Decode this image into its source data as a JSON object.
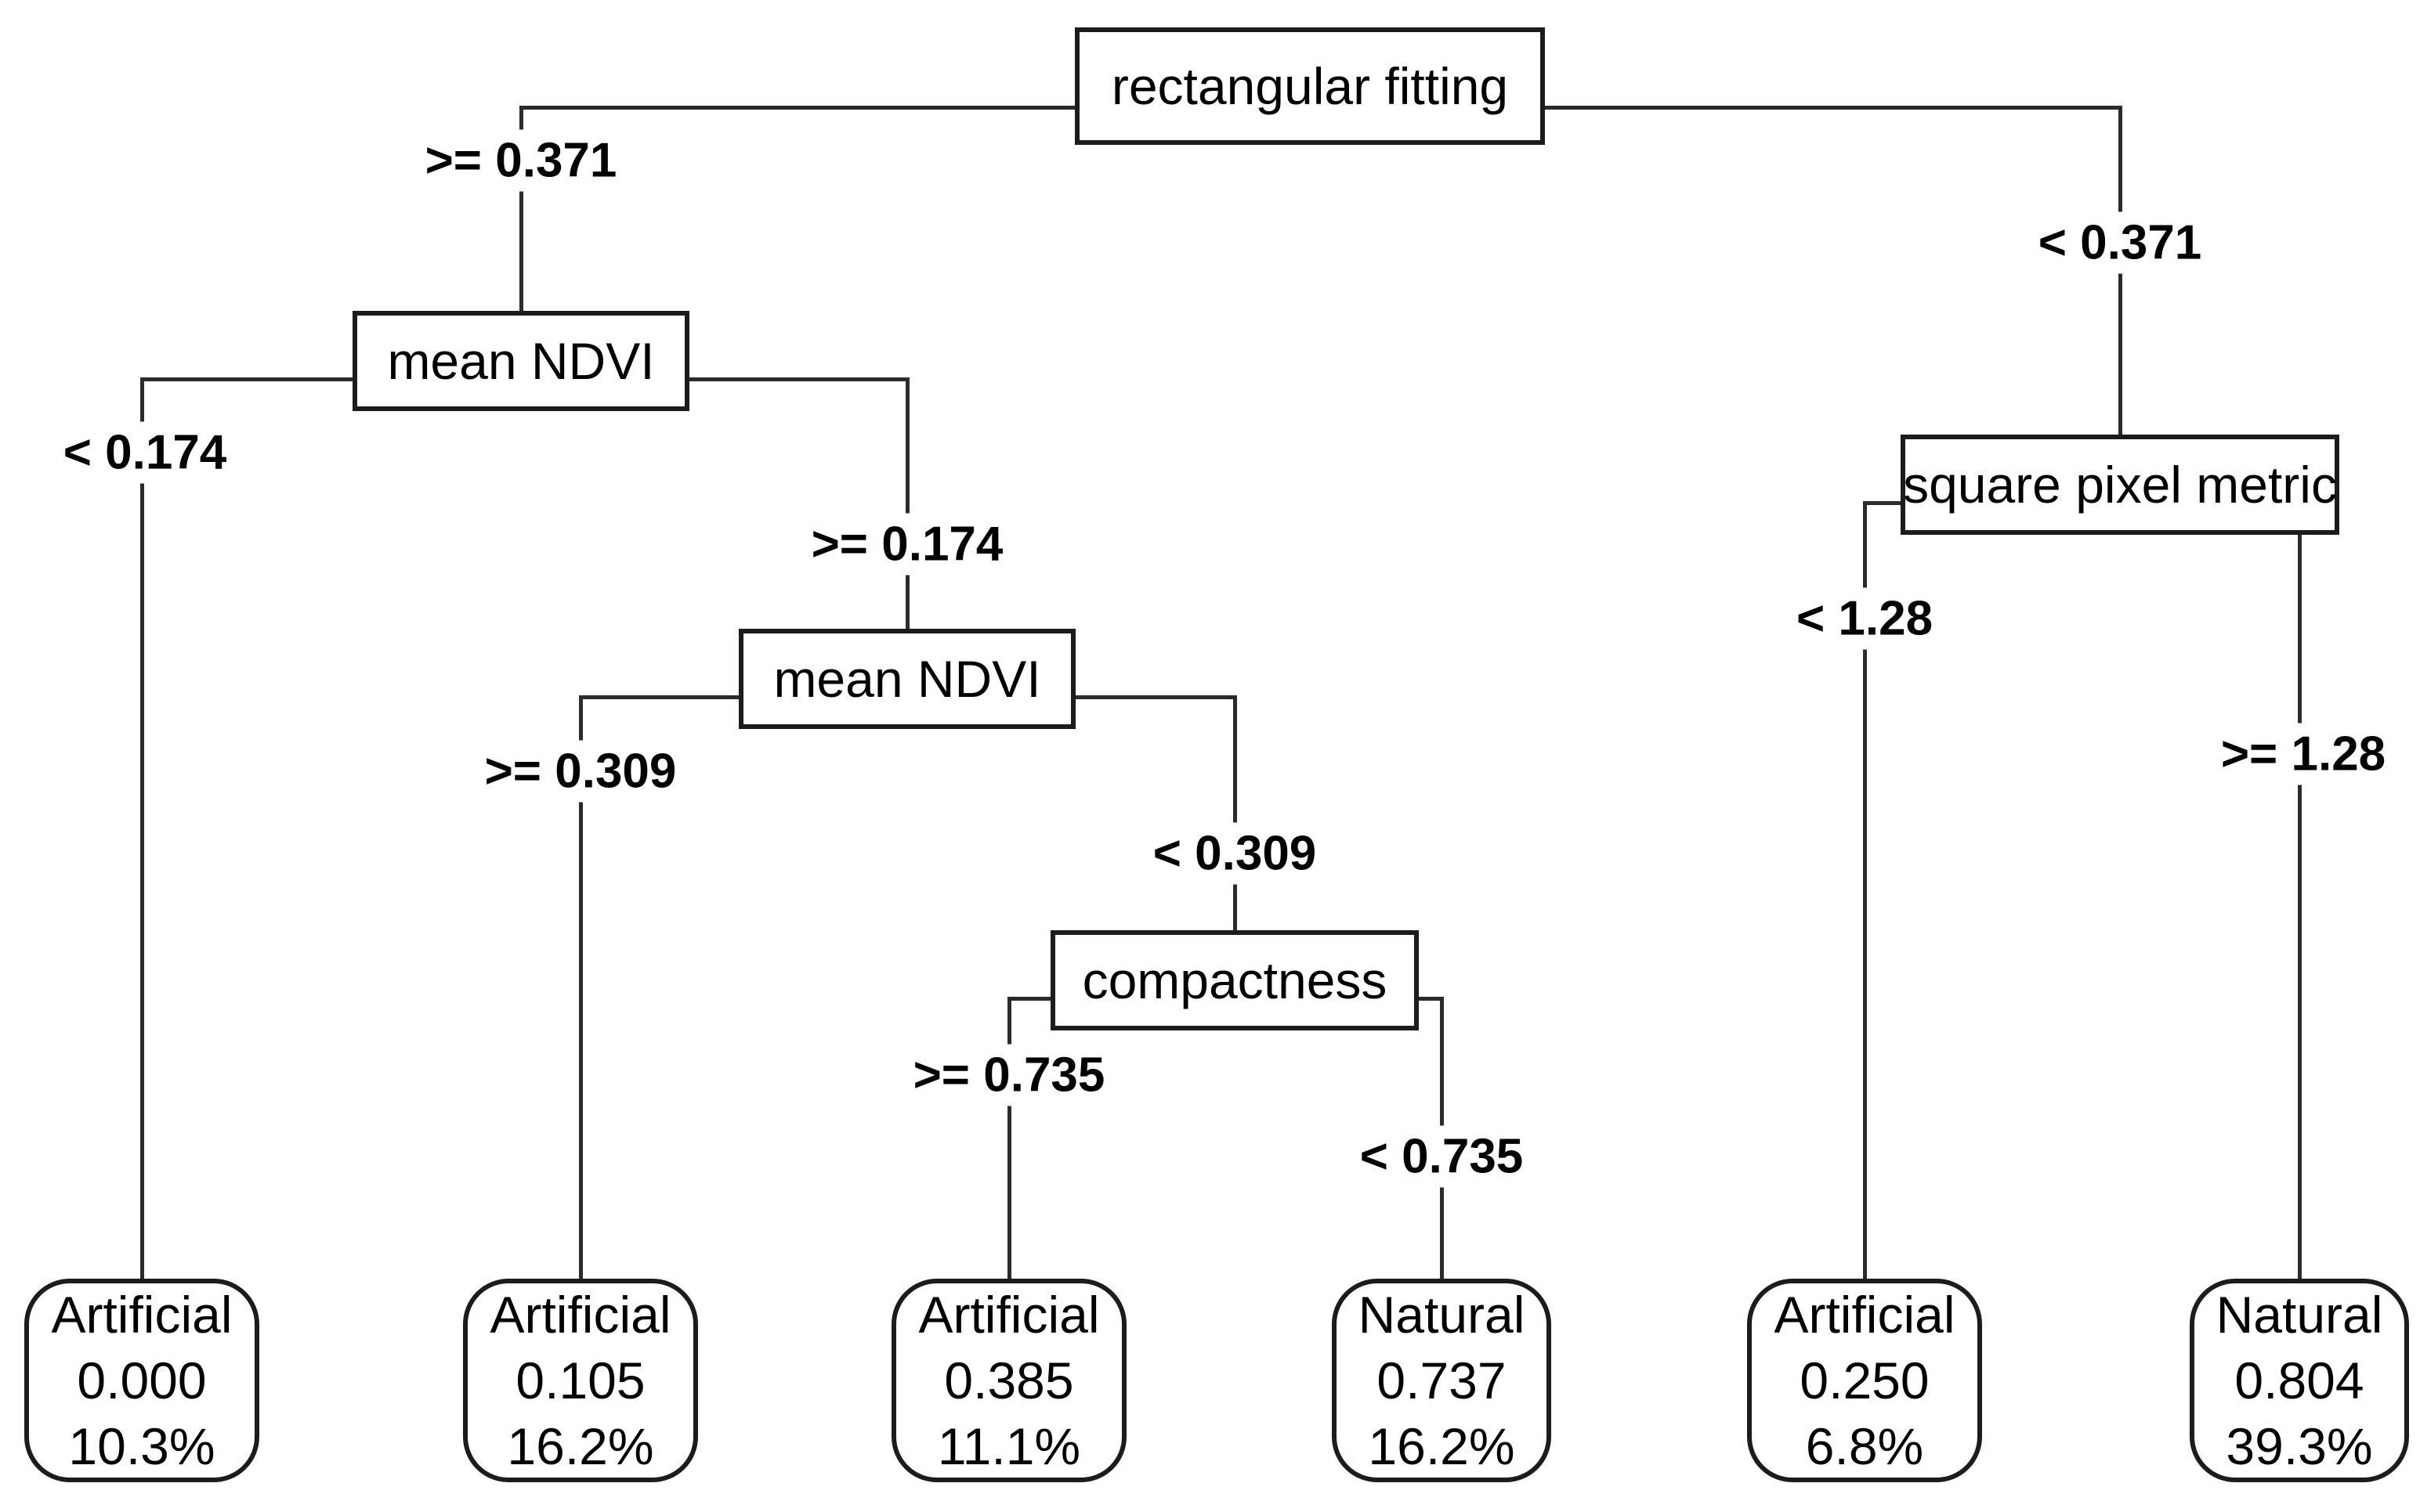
{
  "tree": {
    "type": "decision-tree",
    "colors": {
      "background": "#ffffff",
      "line": "#2b2b2b",
      "text": "#000000"
    },
    "decision_nodes": [
      {
        "label": "rectangular fitting"
      },
      {
        "label": "mean NDVI"
      },
      {
        "label": "mean NDVI"
      },
      {
        "label": "compactness"
      },
      {
        "label": "square pixel metric"
      }
    ],
    "edges": [
      {
        "label": ">= 0.371",
        "from": "rectangular fitting",
        "to": "mean NDVI"
      },
      {
        "label": "< 0.371",
        "from": "rectangular fitting",
        "to": "square pixel metric"
      },
      {
        "label": "< 0.174",
        "from": "mean NDVI",
        "to": "leaf Artificial 0.000"
      },
      {
        "label": ">= 0.174",
        "from": "mean NDVI",
        "to": "mean NDVI (second)"
      },
      {
        "label": ">= 0.309",
        "from": "mean NDVI (second)",
        "to": "leaf Artificial 0.105"
      },
      {
        "label": "< 0.309",
        "from": "mean NDVI (second)",
        "to": "compactness"
      },
      {
        "label": ">= 0.735",
        "from": "compactness",
        "to": "leaf Artificial 0.385"
      },
      {
        "label": "< 0.735",
        "from": "compactness",
        "to": "leaf Natural 0.737"
      },
      {
        "label": "< 1.28",
        "from": "square pixel metric",
        "to": "leaf Artificial 0.250"
      },
      {
        "label": ">= 1.28",
        "from": "square pixel metric",
        "to": "leaf Natural 0.804"
      }
    ],
    "leaves": [
      {
        "class": "Artificial",
        "value": "0.000",
        "percent": "10.3%"
      },
      {
        "class": "Artificial",
        "value": "0.105",
        "percent": "16.2%"
      },
      {
        "class": "Artificial",
        "value": "0.385",
        "percent": "11.1%"
      },
      {
        "class": "Natural",
        "value": "0.737",
        "percent": "16.2%"
      },
      {
        "class": "Artificial",
        "value": "0.250",
        "percent": "6.8%"
      },
      {
        "class": "Natural",
        "value": "0.804",
        "percent": "39.3%"
      }
    ]
  }
}
